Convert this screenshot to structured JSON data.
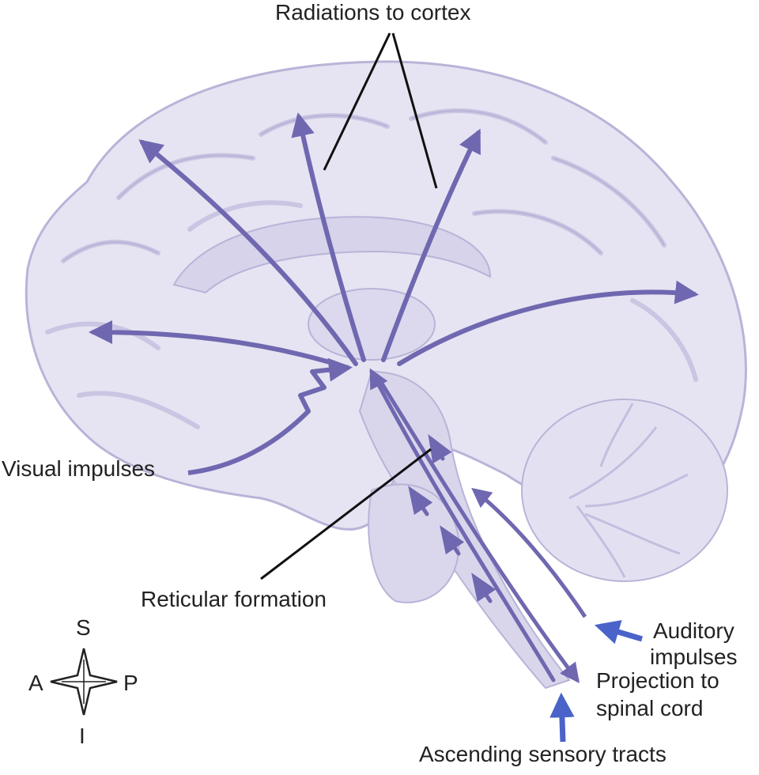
{
  "colors": {
    "brain_fill": "#e6e4f2",
    "brain_outline": "#b8b4d8",
    "fold_line": "#c9c5e2",
    "inner_fill": "#d6d3ea",
    "pathway": "#6f68b0",
    "pathway_dark": "#5b54a0",
    "blue_arrow": "#4a63c8",
    "leader_line": "#111111",
    "label_text": "#222222"
  },
  "labels": {
    "radiations": "Radiations to cortex",
    "visual": "Visual impulses",
    "reticular": "Reticular formation",
    "auditory_1": "Auditory",
    "auditory_2": "impulses",
    "projection_1": "Projection to",
    "projection_2": "spinal cord",
    "ascending": "Ascending sensory tracts"
  },
  "compass": {
    "superior": "S",
    "inferior": "I",
    "anterior": "A",
    "posterior": "P"
  }
}
